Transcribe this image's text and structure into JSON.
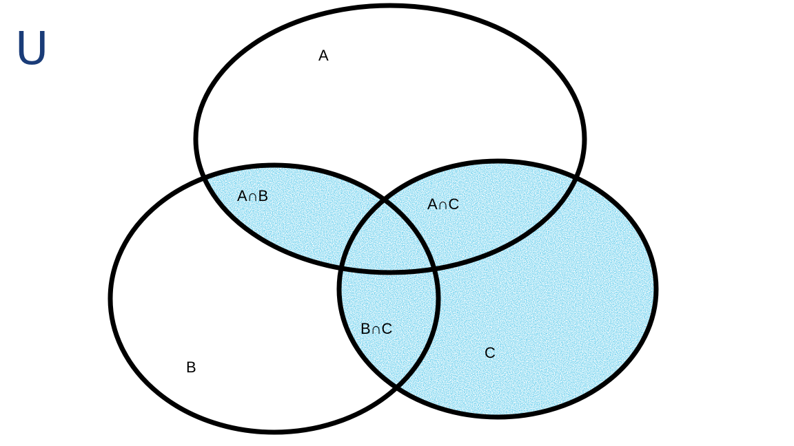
{
  "universe_label": "U",
  "sets": {
    "a": {
      "label": "A"
    },
    "b": {
      "label": "B"
    },
    "c": {
      "label": "C"
    }
  },
  "regions": {
    "a_and_b": {
      "label": "A∩B"
    },
    "a_and_c": {
      "label": "A∩C"
    },
    "b_and_c": {
      "label": "B∩C"
    }
  },
  "colors": {
    "shading": "#2aa0d8",
    "outline": "#000000",
    "universe_label": "#1a3c78"
  }
}
